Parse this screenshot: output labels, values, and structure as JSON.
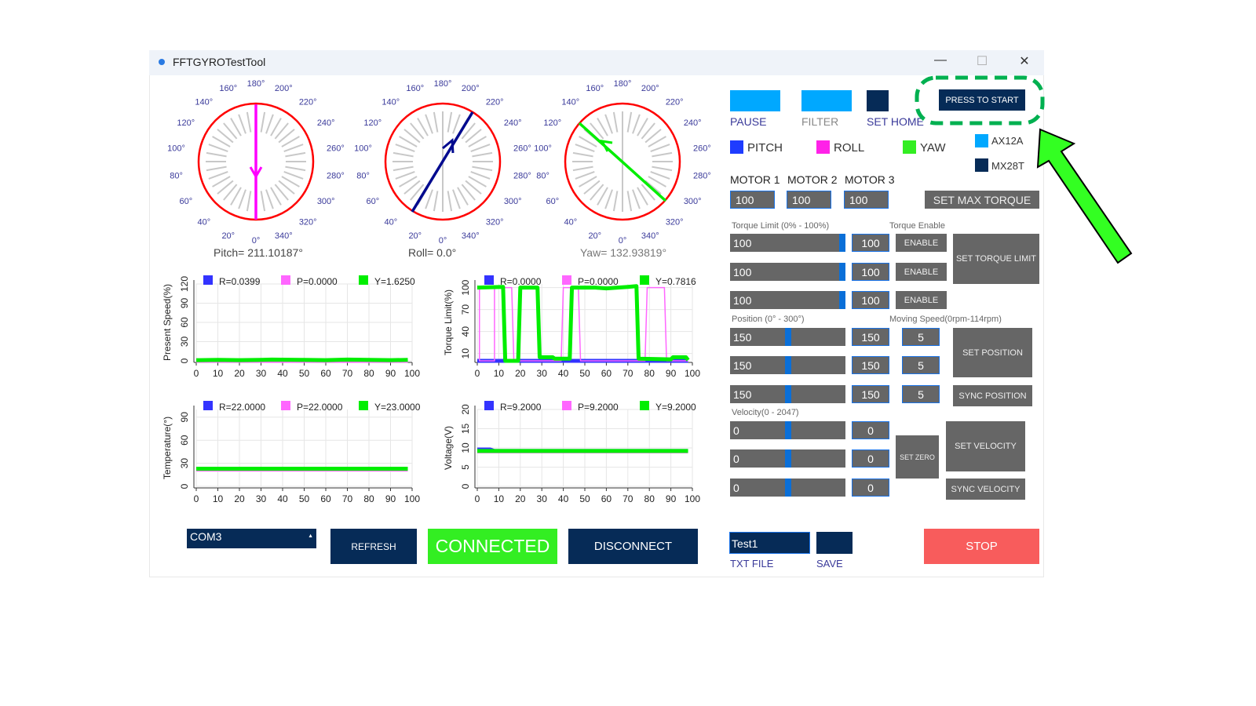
{
  "window": {
    "title": "FFTGYROTestTool",
    "minimize": "—",
    "maximize": "☐",
    "close": "✕"
  },
  "gauges": {
    "ticks": [
      "0°",
      "20°",
      "40°",
      "60°",
      "80°",
      "100°",
      "120°",
      "140°",
      "160°",
      "180°",
      "200°",
      "220°",
      "240°",
      "260°",
      "280°",
      "300°",
      "320°",
      "340°"
    ],
    "pitch": {
      "caption": "Pitch= 211.10187°",
      "color": "#ff00ff"
    },
    "roll": {
      "caption": "Roll= 0.0°",
      "color": "#000a8f"
    },
    "yaw": {
      "caption": "Yaw= 132.93819°",
      "color": "#00ee00"
    }
  },
  "colors": {
    "navy": "#062b57",
    "sky": "#00a8ff",
    "ring": "#ff0000",
    "stop": "#f85c5c",
    "connected": "#33ee22"
  },
  "chart_data": [
    {
      "type": "line",
      "ylabel": "Present Speed(%)",
      "ylim": [
        0,
        120
      ],
      "yticks": [
        0,
        30,
        60,
        90,
        120
      ],
      "xlim": [
        0,
        100
      ],
      "xticks": [
        0,
        10,
        20,
        30,
        40,
        50,
        60,
        70,
        80,
        90,
        100
      ],
      "legend": [
        "R=0.0399",
        "P=0.0000",
        "Y=1.6250"
      ],
      "series": [
        {
          "name": "R",
          "color": "#3333ff",
          "points": [
            [
              0,
              0
            ],
            [
              98,
              0
            ]
          ]
        },
        {
          "name": "P",
          "color": "#ff66ff",
          "points": [
            [
              0,
              0
            ],
            [
              98,
              0
            ]
          ]
        },
        {
          "name": "Y",
          "color": "#00ee00",
          "points": [
            [
              0,
              1
            ],
            [
              10,
              1.5
            ],
            [
              20,
              1
            ],
            [
              30,
              1.5
            ],
            [
              35,
              2
            ],
            [
              50,
              1.5
            ],
            [
              60,
              1
            ],
            [
              70,
              2
            ],
            [
              80,
              1.5
            ],
            [
              90,
              1
            ],
            [
              98,
              1.6
            ]
          ]
        }
      ]
    },
    {
      "type": "line",
      "ylabel": "Torque Limit(%)",
      "ylim": [
        0,
        105
      ],
      "yticks": [
        10,
        40,
        70,
        100
      ],
      "xlim": [
        0,
        100
      ],
      "xticks": [
        0,
        10,
        20,
        30,
        40,
        50,
        60,
        70,
        80,
        90,
        100
      ],
      "legend": [
        "R=0.0000",
        "P=0.0000",
        "Y=0.7816"
      ],
      "series": [
        {
          "name": "R",
          "color": "#3333ff",
          "points": [
            [
              0,
              0
            ],
            [
              98,
              0
            ]
          ]
        },
        {
          "name": "P",
          "color": "#ff66ff",
          "points": [
            [
              0,
              100
            ],
            [
              1,
              100
            ],
            [
              1,
              0
            ],
            [
              8,
              0
            ],
            [
              8,
              100
            ],
            [
              16,
              100
            ],
            [
              17,
              0
            ],
            [
              39,
              0
            ],
            [
              40,
              100
            ],
            [
              47,
              100
            ],
            [
              48,
              0
            ],
            [
              78,
              0
            ],
            [
              79,
              100
            ],
            [
              87,
              100
            ],
            [
              88,
              0
            ],
            [
              98,
              0
            ]
          ]
        },
        {
          "name": "Y",
          "color": "#00ee00",
          "points": [
            [
              0,
              100
            ],
            [
              12,
              101
            ],
            [
              13,
              0
            ],
            [
              19,
              0
            ],
            [
              20,
              100
            ],
            [
              28,
              100
            ],
            [
              29,
              5
            ],
            [
              35,
              5
            ],
            [
              36,
              3
            ],
            [
              43,
              3
            ],
            [
              44,
              100
            ],
            [
              55,
              100
            ],
            [
              60,
              99
            ],
            [
              70,
              101
            ],
            [
              74,
              102
            ],
            [
              75,
              3
            ],
            [
              90,
              2
            ],
            [
              91,
              5
            ],
            [
              97,
              5
            ],
            [
              98,
              1
            ]
          ]
        }
      ]
    },
    {
      "type": "line",
      "ylabel": "Temperature(°)",
      "ylim": [
        0,
        100
      ],
      "yticks": [
        0,
        30,
        60,
        90
      ],
      "xlim": [
        0,
        100
      ],
      "xticks": [
        0,
        10,
        20,
        30,
        40,
        50,
        60,
        70,
        80,
        90,
        100
      ],
      "legend": [
        "R=22.0000",
        "P=22.0000",
        "Y=23.0000"
      ],
      "series": [
        {
          "name": "R",
          "color": "#3333ff",
          "points": [
            [
              0,
              22
            ],
            [
              98,
              22
            ]
          ]
        },
        {
          "name": "P",
          "color": "#ff66ff",
          "points": [
            [
              0,
              22
            ],
            [
              98,
              22
            ]
          ]
        },
        {
          "name": "Y",
          "color": "#00ee00",
          "points": [
            [
              0,
              23
            ],
            [
              98,
              23
            ]
          ]
        }
      ]
    },
    {
      "type": "line",
      "ylabel": "Voltage(V)",
      "ylim": [
        0,
        20
      ],
      "yticks": [
        0,
        5,
        10,
        15,
        20
      ],
      "xlim": [
        0,
        100
      ],
      "xticks": [
        0,
        10,
        20,
        30,
        40,
        50,
        60,
        70,
        80,
        90,
        100
      ],
      "legend": [
        "R=9.2000",
        "P=9.2000",
        "Y=9.2000"
      ],
      "series": [
        {
          "name": "R",
          "color": "#3333ff",
          "points": [
            [
              0,
              9.6
            ],
            [
              6,
              9.6
            ],
            [
              8,
              9.2
            ],
            [
              98,
              9.2
            ]
          ]
        },
        {
          "name": "P",
          "color": "#ff66ff",
          "points": [
            [
              0,
              9.1
            ],
            [
              98,
              9.1
            ]
          ]
        },
        {
          "name": "Y",
          "color": "#00ee00",
          "points": [
            [
              0,
              9.2
            ],
            [
              98,
              9.2
            ]
          ]
        }
      ]
    }
  ],
  "controls": {
    "pause": "PAUSE",
    "filter": "FILTER",
    "set_home": "SET HOME",
    "press_to_start": "PRESS TO START",
    "pitch": "PITCH",
    "roll": "ROLL",
    "yaw": "YAW",
    "ax12a": "AX12A",
    "mx28t": "MX28T",
    "motors": [
      "MOTOR 1",
      "MOTOR 2",
      "MOTOR 3"
    ],
    "max_torque": [
      "100",
      "100",
      "100"
    ],
    "set_max_torque": "SET MAX TORQUE",
    "torque_limit_label": "Torque Limit (0% - 100%)",
    "torque_enable_label": "Torque Enable",
    "torque_rows": [
      {
        "slider": "100",
        "value": "100",
        "enable": "ENABLE",
        "fraction": 1.0
      },
      {
        "slider": "100",
        "value": "100",
        "enable": "ENABLE",
        "fraction": 1.0
      },
      {
        "slider": "100",
        "value": "100",
        "enable": "ENABLE",
        "fraction": 1.0
      }
    ],
    "set_torque_limit": "SET TORQUE LIMIT",
    "position_label": "Position (0° - 300°)",
    "moving_speed_label": "Moving Speed(0rpm-114rpm)",
    "position_rows": [
      {
        "slider": "150",
        "value": "150",
        "speed": "5",
        "fraction": 0.5
      },
      {
        "slider": "150",
        "value": "150",
        "speed": "5",
        "fraction": 0.5
      },
      {
        "slider": "150",
        "value": "150",
        "speed": "5",
        "fraction": 0.5
      }
    ],
    "set_position": "SET POSITION",
    "sync_position": "SYNC POSITION",
    "velocity_label": "Velocity(0 - 2047)",
    "velocity_rows": [
      {
        "slider": "0",
        "value": "0"
      },
      {
        "slider": "0",
        "value": "0"
      },
      {
        "slider": "0",
        "value": "0"
      }
    ],
    "set_zero": "SET ZERO",
    "set_velocity": "SET VELOCITY",
    "sync_velocity": "SYNC VELOCITY"
  },
  "bottom": {
    "port": "COM3",
    "refresh": "REFRESH",
    "status": "CONNECTED",
    "disconnect": "DISCONNECT",
    "filename": "Test1",
    "txt_file": "TXT FILE",
    "save": "SAVE",
    "stop": "STOP"
  }
}
